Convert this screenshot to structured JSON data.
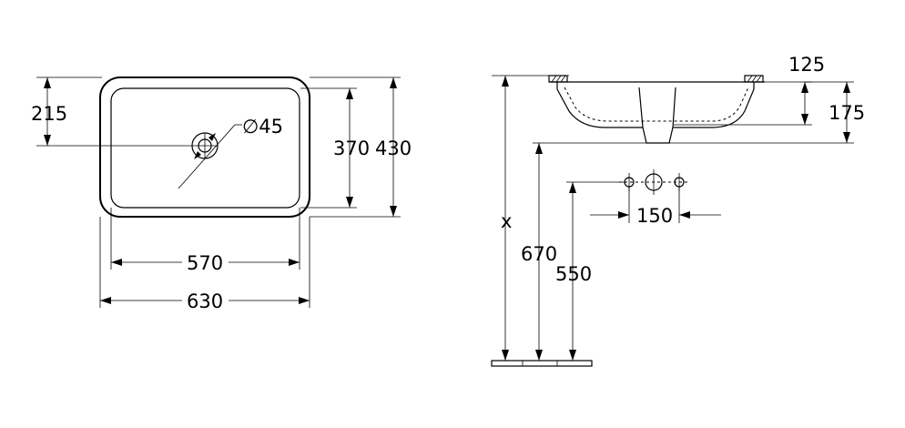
{
  "top_view": {
    "dim_215": "215",
    "dim_diam45": "∅45",
    "dim_370": "370",
    "dim_430": "430",
    "dim_570": "570",
    "dim_630": "630"
  },
  "side_view": {
    "dim_125": "125",
    "dim_175": "175",
    "dim_150": "150",
    "dim_x": "x",
    "dim_670": "670",
    "dim_550": "550"
  }
}
